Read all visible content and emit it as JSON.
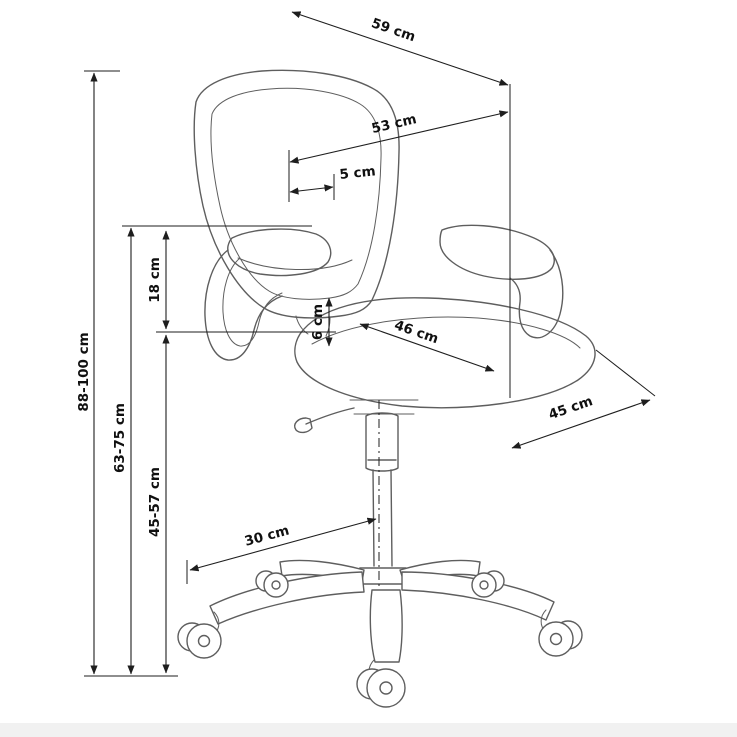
{
  "figure": {
    "unit": "cm"
  },
  "dimensions": {
    "backrest_top_width": "59 cm",
    "backrest_width": "53 cm",
    "backrest_to_armrest_offset": "5 cm",
    "armrest_above_seat": "18 cm",
    "seat_cushion_thickness": "6 cm",
    "seat_width": "46 cm",
    "seat_depth": "45 cm",
    "overall_height": "88-100 cm",
    "armrest_height_from_floor": "63-75 cm",
    "seat_height_from_floor": "45-57 cm",
    "base_leg_length": "30 cm"
  },
  "colors": {
    "chair_outline": "#5e5e5e",
    "dimension_line": "#1e1e1e",
    "label_text": "#101010",
    "background": "#ffffff",
    "footer_strip": "#f1f1f1"
  }
}
